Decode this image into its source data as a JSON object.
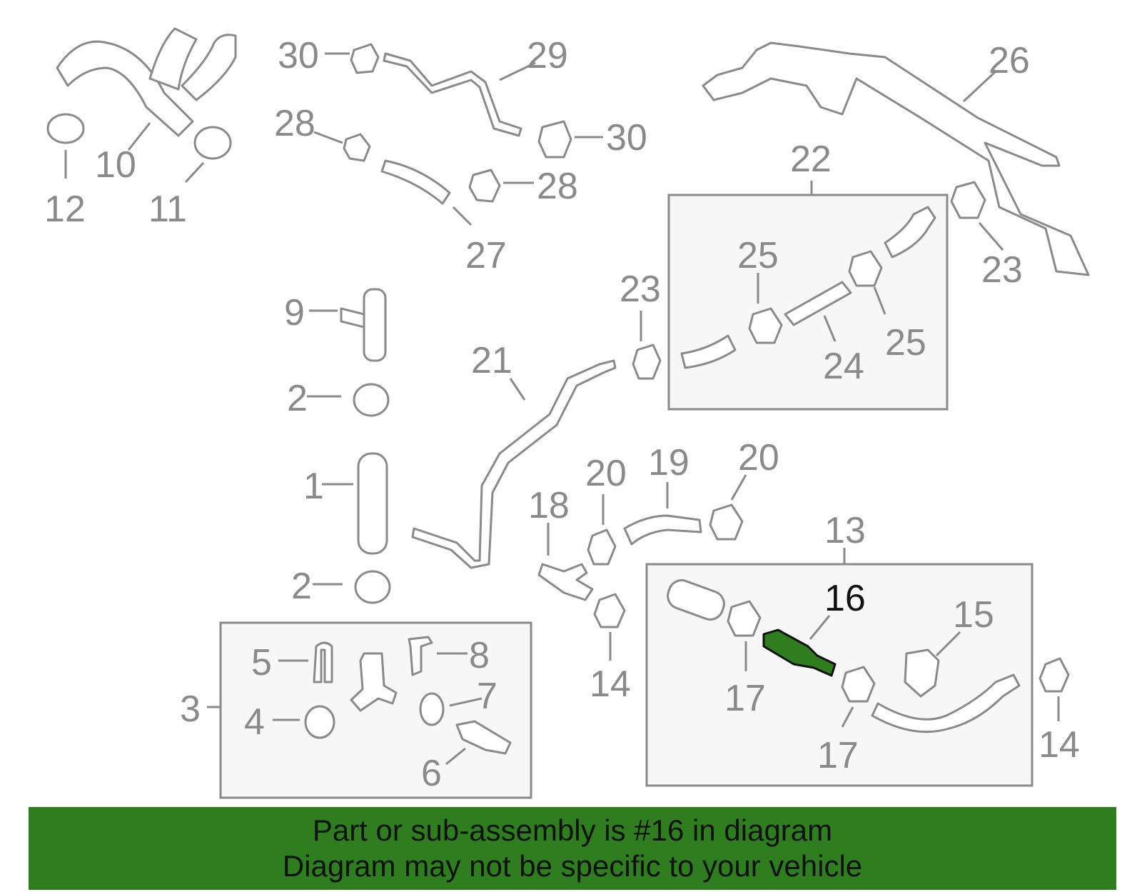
{
  "callouts": [
    {
      "label": "30"
    },
    {
      "label": "29"
    },
    {
      "label": "26"
    },
    {
      "label": "28"
    },
    {
      "label": "30"
    },
    {
      "label": "10"
    },
    {
      "label": "12"
    },
    {
      "label": "11"
    },
    {
      "label": "28"
    },
    {
      "label": "27"
    },
    {
      "label": "22"
    },
    {
      "label": "23"
    },
    {
      "label": "25"
    },
    {
      "label": "23"
    },
    {
      "label": "9"
    },
    {
      "label": "25"
    },
    {
      "label": "24"
    },
    {
      "label": "21"
    },
    {
      "label": "2"
    },
    {
      "label": "20"
    },
    {
      "label": "19"
    },
    {
      "label": "20"
    },
    {
      "label": "1"
    },
    {
      "label": "18"
    },
    {
      "label": "13"
    },
    {
      "label": "2"
    },
    {
      "label": "16"
    },
    {
      "label": "15"
    },
    {
      "label": "5"
    },
    {
      "label": "8"
    },
    {
      "label": "14"
    },
    {
      "label": "3"
    },
    {
      "label": "7"
    },
    {
      "label": "17"
    },
    {
      "label": "4"
    },
    {
      "label": "14"
    },
    {
      "label": "17"
    },
    {
      "label": "6"
    }
  ],
  "highlight_part": "16",
  "colors": {
    "highlight": "#2e7d1e",
    "line": "#8a8a8a",
    "banner": "#2e7d1e"
  },
  "banner": {
    "line1": "Part or sub-assembly is #16 in diagram",
    "line2": "Diagram may not be specific to your vehicle"
  }
}
